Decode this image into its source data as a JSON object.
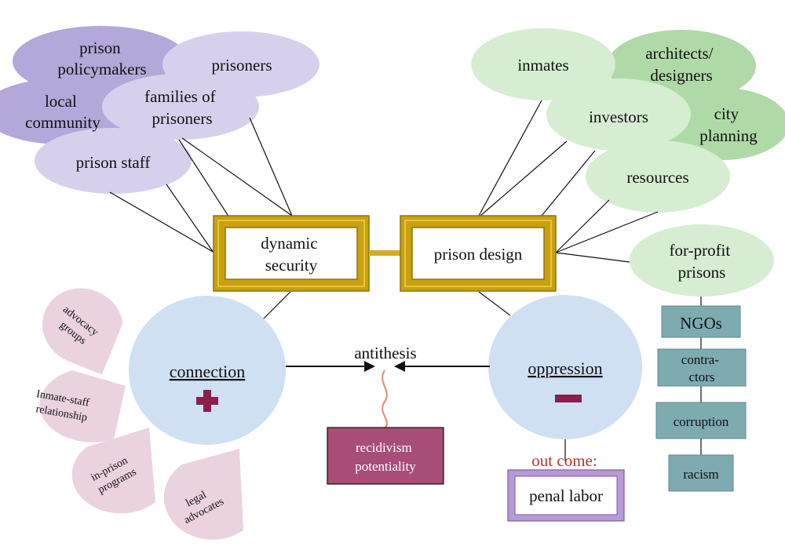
{
  "colors": {
    "purple_dark": "#b3a8d9",
    "purple_light": "#d7d0ec",
    "green_dark": "#b0d9a8",
    "green_light": "#d6edd2",
    "blue_circle": "#cfe0f3",
    "pink_petal": "#ead3de",
    "teal_box": "#7eabb0",
    "gold_frame": "#c8a010",
    "maroon": "#a84d75",
    "maroon_symbol": "#8a1f4a",
    "violet_frame": "#b79ad6",
    "outcome_red": "#c0302a",
    "squiggle": "#e08a70"
  },
  "left_stakeholders": {
    "policymakers": [
      "prison",
      "policymakers"
    ],
    "prisoners": "prisoners",
    "local_community": [
      "local",
      "community"
    ],
    "families": [
      "families of",
      "prisoners"
    ],
    "staff": "prison staff"
  },
  "right_stakeholders": {
    "inmates": "inmates",
    "architects": [
      "architects/",
      "designers"
    ],
    "investors": "investors",
    "city_planning": [
      "city",
      "planning"
    ],
    "resources": "resources",
    "for_profit": [
      "for-profit",
      "prisons"
    ]
  },
  "central": {
    "dynamic_security": [
      "dynamic",
      "security"
    ],
    "prison_design": "prison design"
  },
  "connection": {
    "label": "connection",
    "symbol": "plus-icon"
  },
  "oppression": {
    "label": "oppression",
    "symbol": "minus-icon"
  },
  "antithesis": {
    "label": "antithesis"
  },
  "recidivism": [
    "recidivism",
    "potentiality"
  ],
  "outcome": {
    "label": "out come:",
    "value": "penal labor"
  },
  "petals": {
    "advocacy": [
      "advocacy",
      "groups"
    ],
    "inmate_staff": [
      "Inmate-staff",
      "relationship"
    ],
    "programs": [
      "in-prison",
      "programs"
    ],
    "legal": [
      "legal",
      "advocates"
    ]
  },
  "chain": {
    "ngos": "NGOs",
    "contractors": [
      "contra-",
      "ctors"
    ],
    "corruption": "corruption",
    "racism": "racism"
  }
}
